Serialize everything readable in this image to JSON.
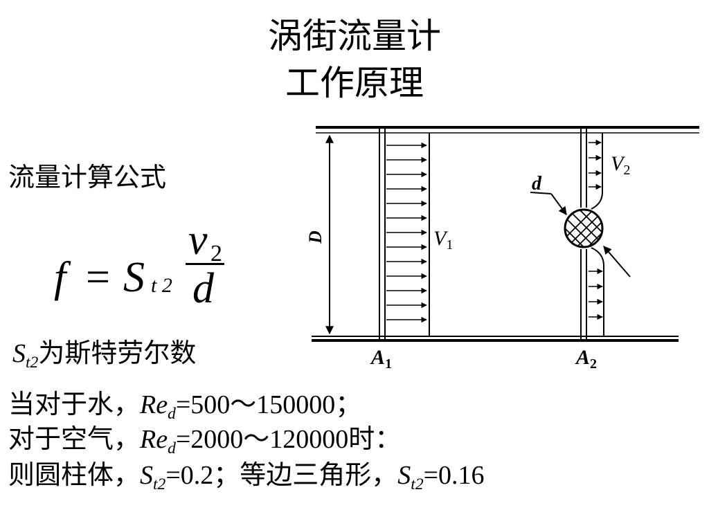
{
  "title": {
    "line1": "涡街流量计",
    "line2": "工作原理"
  },
  "formula_heading": "流量计算公式",
  "formula": {
    "lhs": "f",
    "equals": "=",
    "s": "S",
    "s_sub": "t 2",
    "numerator": "v",
    "numerator_sub": "2",
    "denominator": "d"
  },
  "strouhal": {
    "symbol": "S",
    "sub": "t2",
    "text": "为斯特劳尔数"
  },
  "conditions": {
    "water": {
      "prefix": "当对于水，",
      "re": "Re",
      "re_sub": "d",
      "range": "=500～150000；"
    },
    "air": {
      "prefix": "对于空气，",
      "re": "Re",
      "re_sub": "d",
      "range": "=2000～120000时："
    },
    "result": {
      "prefix": "则圆柱体，",
      "s1": "S",
      "s1_sub": "t2",
      "v1": "=0.2；",
      "middle": "等边三角形，",
      "s2": "S",
      "s2_sub": "t2",
      "v2": "=0.16"
    }
  },
  "diagram_labels": {
    "D": "D",
    "V1": "V",
    "V1_sub": "1",
    "V2": "V",
    "V2_sub": "2",
    "d": "d",
    "A1": "A",
    "A1_sub": "1",
    "A2": "A",
    "A2_sub": "2"
  }
}
